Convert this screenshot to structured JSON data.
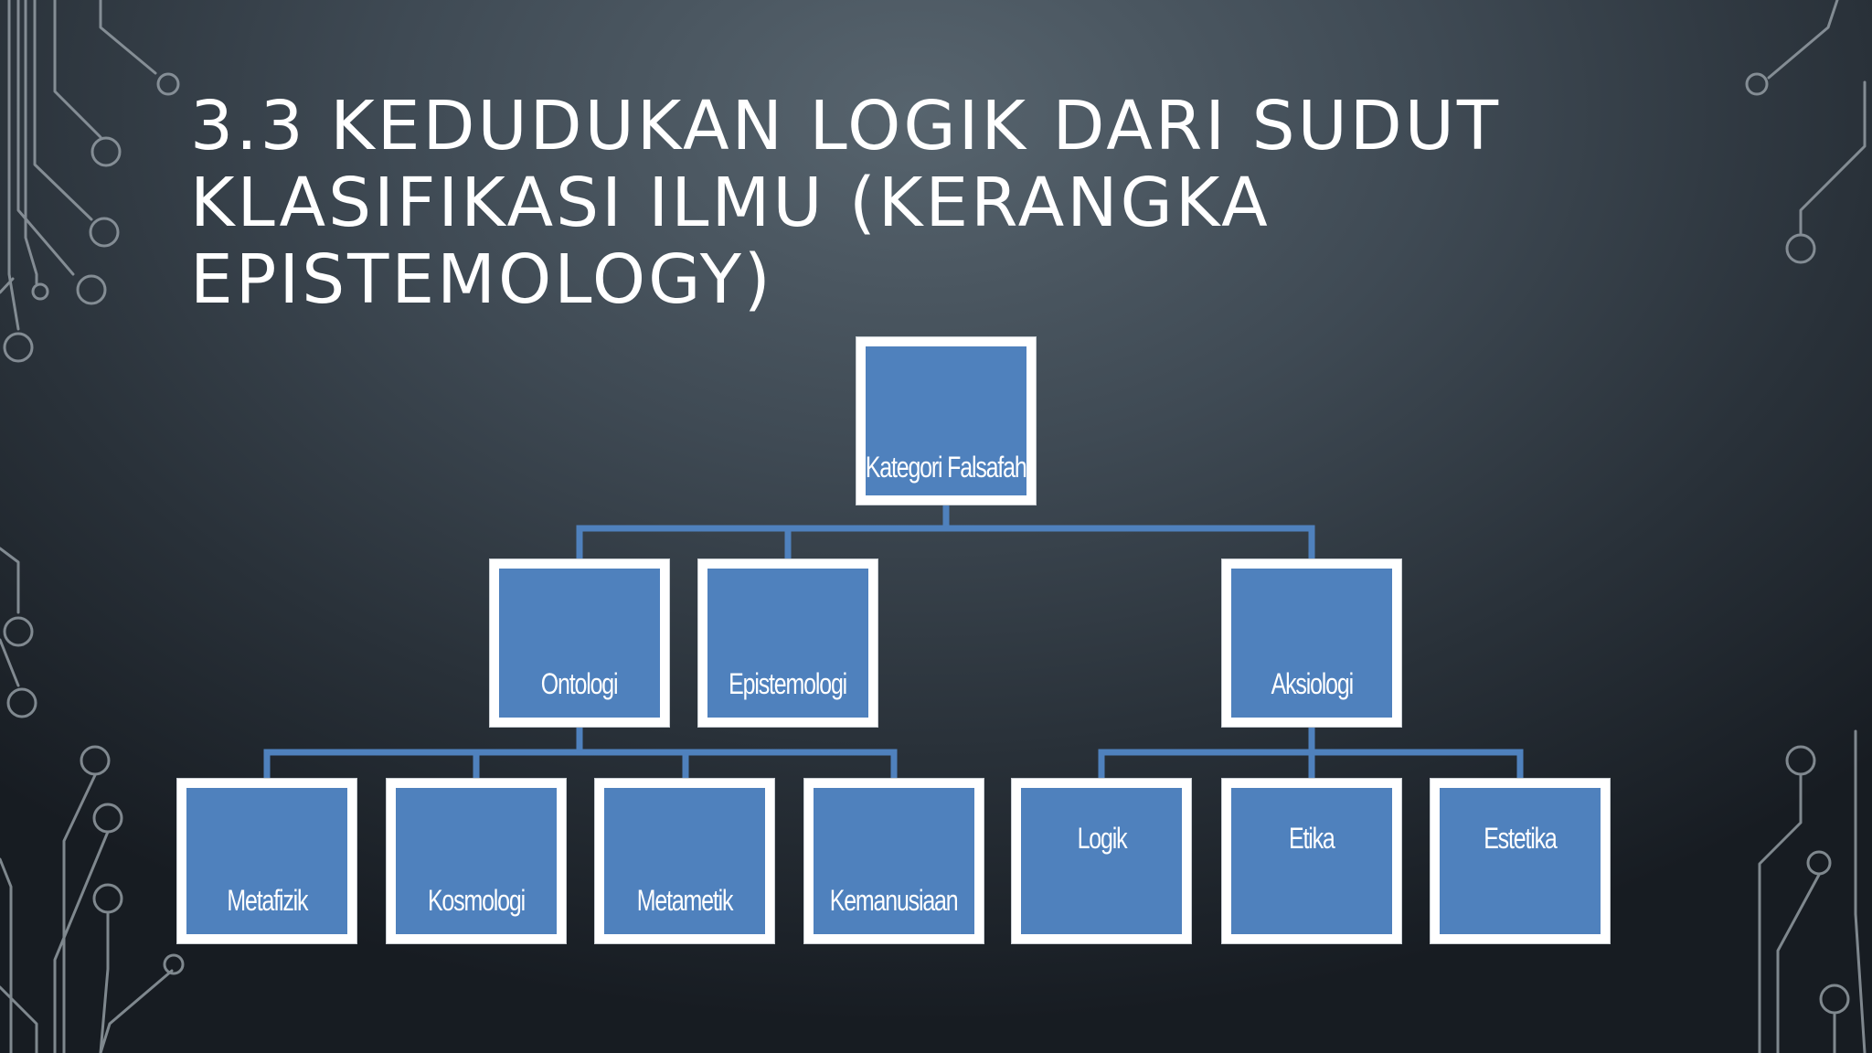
{
  "slide": {
    "title_lines": [
      "3.3  KEDUDUKAN LOGIK DARI SUDUT",
      "KLASIFIKASI ILMU (KERANGKA",
      "EPISTEMOLOGY)"
    ]
  },
  "org_chart": {
    "root": "Kategori Falsafah",
    "level1": [
      "Ontologi",
      "Epistemologi",
      "Aksiologi"
    ],
    "ontologi_children": [
      "Metafizik",
      "Kosmologi",
      "Metametik",
      "Kemanusiaan"
    ],
    "aksiologi_children": [
      "Logik",
      "Etika",
      "Estetika"
    ]
  },
  "colors": {
    "node_fill": "#4f81bd",
    "node_border": "#ffffff",
    "connector": "#4f81bd",
    "circuit": "#9aa3aa"
  }
}
